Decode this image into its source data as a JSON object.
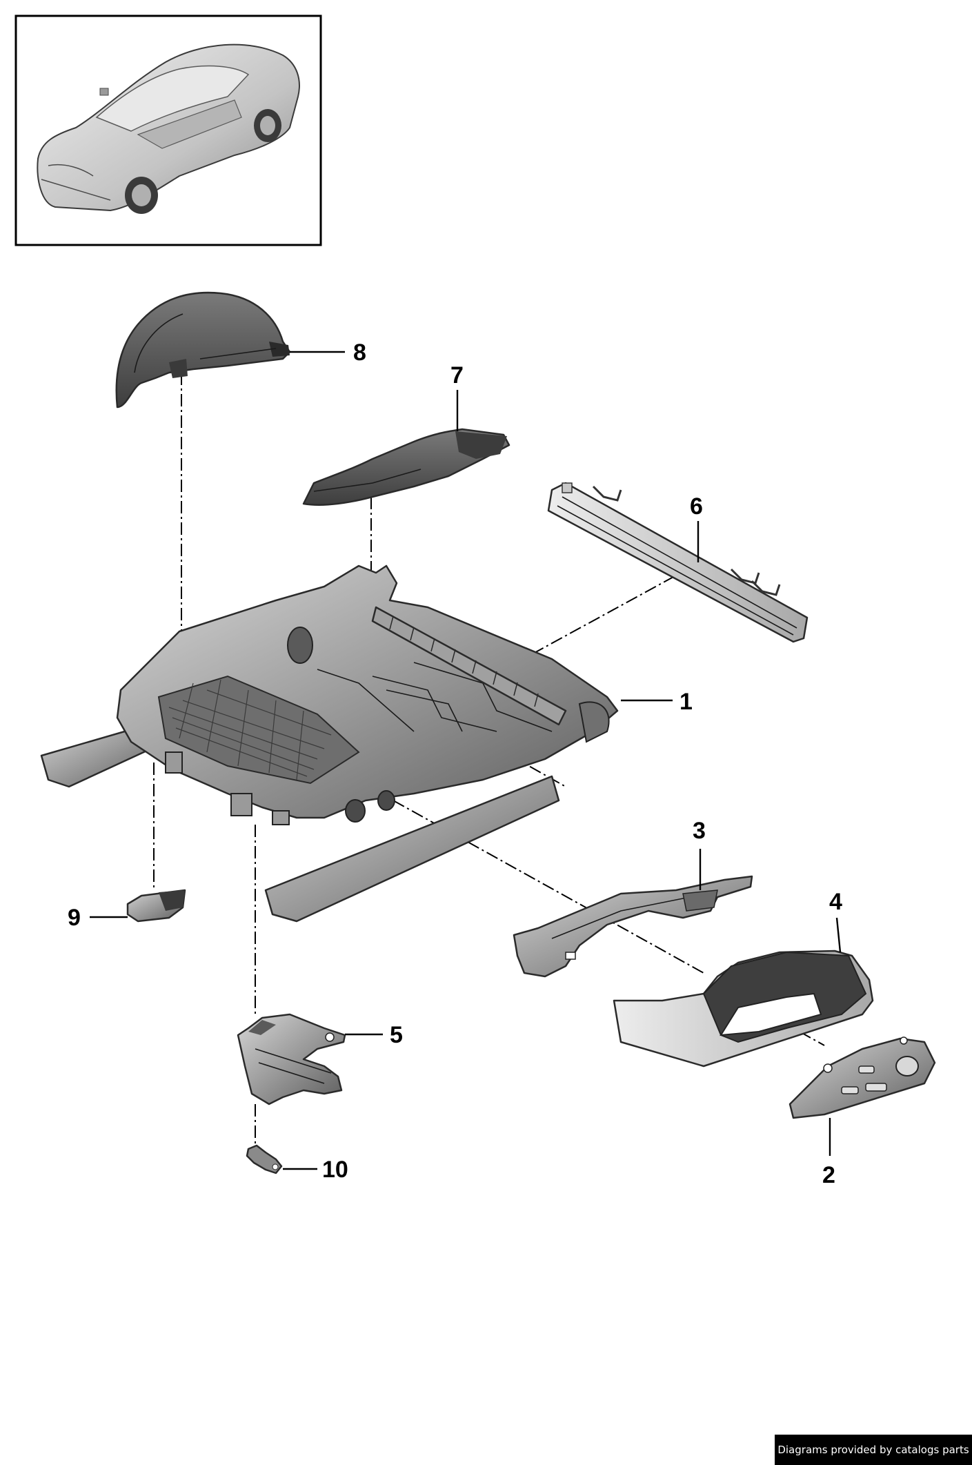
{
  "diagram": {
    "parts": [
      {
        "number": "1",
        "shape": "seat frame"
      },
      {
        "number": "2",
        "shape": "seat adjustment switch"
      },
      {
        "number": "3",
        "shape": "bracket"
      },
      {
        "number": "4",
        "shape": "side trim panel"
      },
      {
        "number": "5",
        "shape": "bracket"
      },
      {
        "number": "6",
        "shape": "cross member"
      },
      {
        "number": "7",
        "shape": "trim cover"
      },
      {
        "number": "8",
        "shape": "side cover"
      },
      {
        "number": "9",
        "shape": "cover"
      },
      {
        "number": "10",
        "shape": "clip"
      }
    ]
  },
  "thumbnail": {
    "icon": "sports-sedan-car-icon"
  },
  "footer": {
    "credit": "Diagrams provided by catalogs parts"
  },
  "colors": {
    "line": "#000000",
    "part_fill": "#8f8f8f",
    "part_dark": "#5a5a5a",
    "badge_background": "#000000",
    "badge_text": "#ffffff"
  }
}
